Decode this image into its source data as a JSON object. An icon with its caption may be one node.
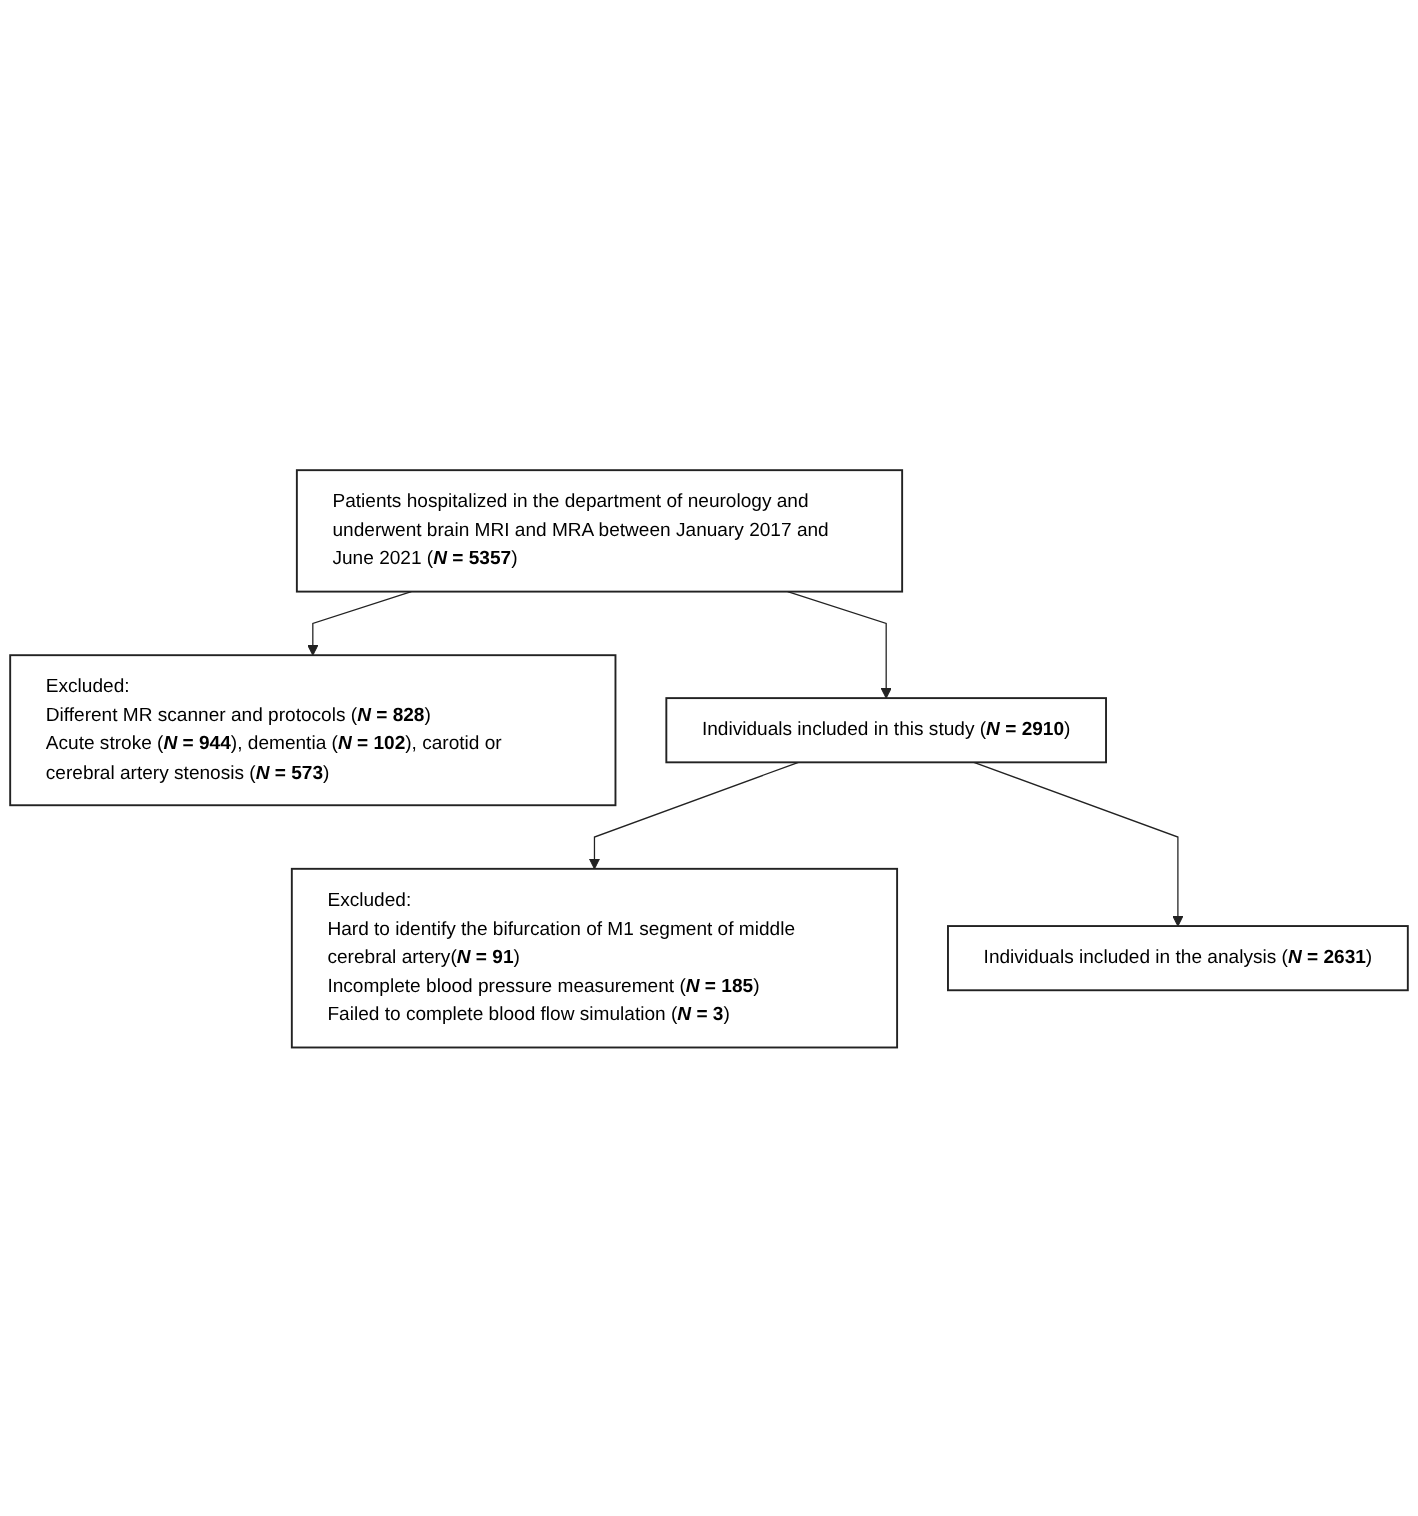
{
  "diagram": {
    "nodes": [
      {
        "text": [
          "Patients hospitalized in the department of neurology and underwent brain MRI and MRA between January 2017 and June 2021 (***N* = 5357**)"
        ]
      },
      {
        "text": [
          "Excluded:",
          "Different MR scanner and protocols (***N* = 828**)",
          "Acute stroke (***N* = 944**), dementia (***N* = 102**), carotid or cerebral artery stenosis (***N* = 573**)"
        ]
      },
      {
        "text": [
          "Individuals included in this study (***N* = 2910**)"
        ]
      },
      {
        "text": [
          "Excluded:",
          "Hard to identify the bifurcation of M1 segment of middle cerebral artery(***N* = 91**)",
          "Incomplete blood pressure measurement (***N* = 185**)",
          "Failed to complete blood flow simulation (***N* = 3**)"
        ]
      },
      {
        "text": [
          "Individuals included in the analysis (***N* = 2631**)"
        ]
      }
    ],
    "edges": [
      {
        "from": 0,
        "to": 1,
        "arrow": "to"
      },
      {
        "from": 0,
        "to": 2,
        "arrow": "to"
      },
      {
        "from": 2,
        "to": 3,
        "arrow": "to"
      },
      {
        "from": 2,
        "to": 4,
        "arrow": "to"
      }
    ]
  }
}
